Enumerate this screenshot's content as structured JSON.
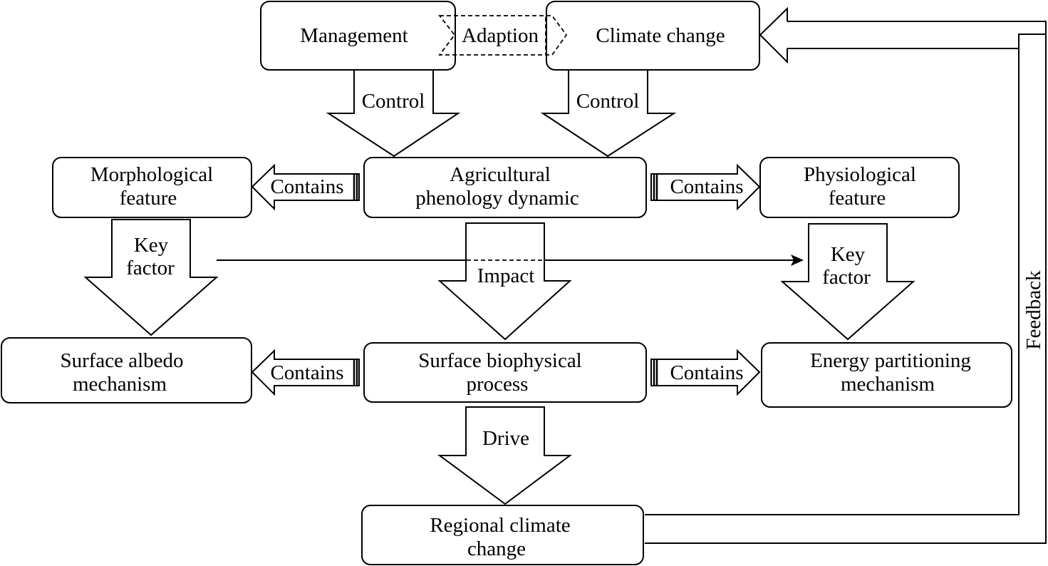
{
  "nodes": {
    "management": [
      "Management"
    ],
    "climate_change": [
      "Climate change"
    ],
    "morphological": [
      "Morphological",
      "feature"
    ],
    "agri_phenology": [
      "Agricultural",
      "phenology dynamic"
    ],
    "physiological": [
      "Physiological",
      "feature"
    ],
    "surface_albedo": [
      "Surface albedo",
      "mechanism"
    ],
    "surface_biophysical": [
      "Surface biophysical",
      "process"
    ],
    "energy_partitioning": [
      "Energy partitioning",
      "mechanism"
    ],
    "regional_climate": [
      "Regional climate",
      "change"
    ]
  },
  "labels": {
    "adaption": "Adaption",
    "control_left": "Control",
    "control_right": "Control",
    "contains_ul": "Contains",
    "contains_ur": "Contains",
    "contains_ll": "Contains",
    "contains_lr": "Contains",
    "keyfactor_left": [
      "Key",
      "factor"
    ],
    "keyfactor_right": [
      "Key",
      "factor"
    ],
    "impact": "Impact",
    "drive": "Drive",
    "feedback": "Feedback"
  }
}
